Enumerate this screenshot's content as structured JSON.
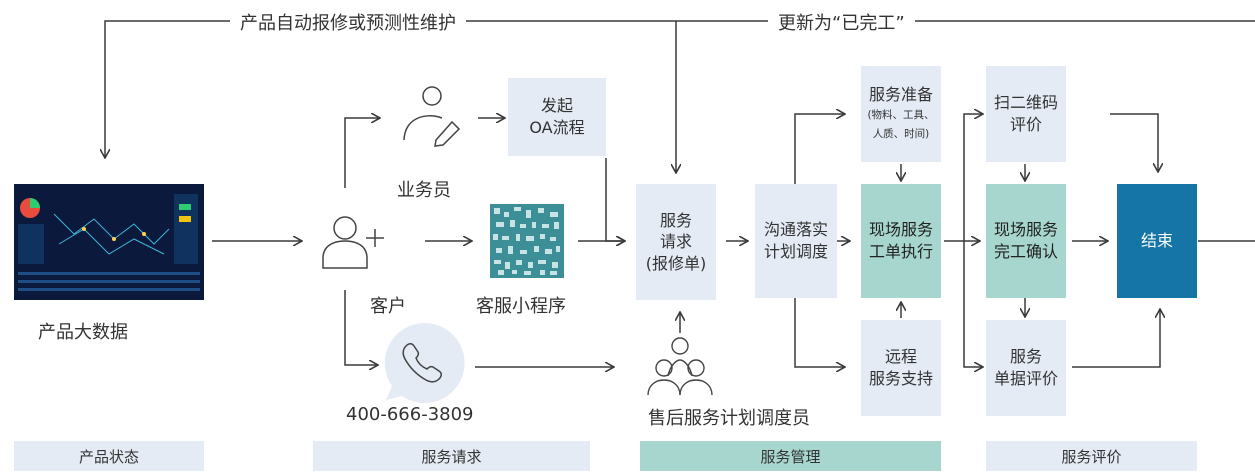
{
  "top_labels": {
    "left": "产品自动报修或预测性维护",
    "right": "更新为“已完工”"
  },
  "nodes": {
    "product_bigdata": "产品大数据",
    "salesperson": "业务员",
    "customer": "客户",
    "mini_program": "客服小程序",
    "phone": "400-666-3809",
    "oa": [
      "发起",
      "OA流程"
    ],
    "service_request": [
      "服务",
      "请求",
      "(报修单)"
    ],
    "dispatcher": "售后服务计划调度员",
    "communicate": [
      "沟通落实",
      "计划调度"
    ],
    "prep_title": "服务准备",
    "prep_detail": [
      "(物料、工具、",
      "人质、时间)"
    ],
    "onsite_exec": [
      "现场服务",
      "工单执行"
    ],
    "remote": [
      "远程",
      "服务支持"
    ],
    "scan_eval": [
      "扫二维码",
      "评价"
    ],
    "onsite_confirm": [
      "现场服务",
      "完工确认"
    ],
    "doc_eval": [
      "服务",
      "单据评价"
    ],
    "end": "结束"
  },
  "categories": {
    "product_status": "产品状态",
    "service_request": "服务请求",
    "service_mgmt": "服务管理",
    "service_eval": "服务评价"
  },
  "colors": {
    "light_box": "#e4ebf5",
    "teal_box": "#a6d6cd",
    "end_box": "#1475a6",
    "line": "#3a3a3a"
  }
}
